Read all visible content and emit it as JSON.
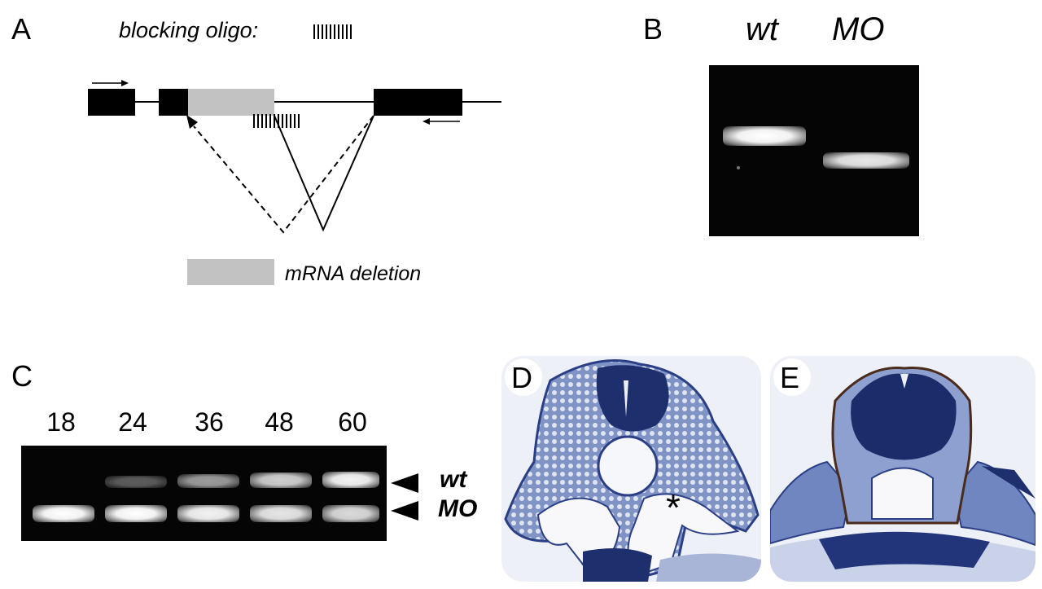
{
  "panel_a": {
    "letter": "A",
    "blocking_oligo_label": "blocking oligo:",
    "mrna_deletion_label": "mRNA deletion",
    "exon_color": "#000000",
    "deletion_color": "#c2c2c2",
    "icons": [
      "forward-primer-arrow-icon",
      "reverse-primer-arrow-icon",
      "blocking-oligo-icon"
    ]
  },
  "panel_b": {
    "letter": "B",
    "lanes": [
      "wt",
      "MO"
    ]
  },
  "panel_c": {
    "letter": "C",
    "timepoints": [
      "18",
      "24",
      "36",
      "48",
      "60"
    ],
    "band_labels": [
      "wt",
      "MO"
    ]
  },
  "panel_d": {
    "letter": "D",
    "marker": "*",
    "stain_color": "#3a5a9e"
  },
  "panel_e": {
    "letter": "E",
    "stain_color": "#2d4a8e"
  }
}
